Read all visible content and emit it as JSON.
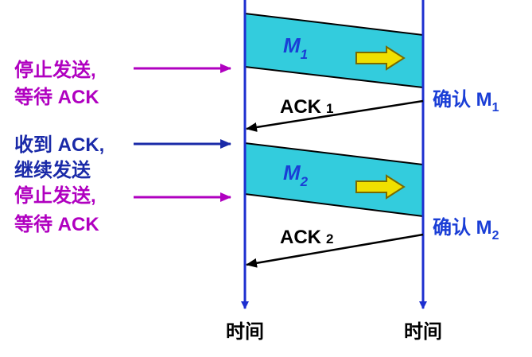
{
  "frames": [
    {
      "letter": "M",
      "sub": "1",
      "confirm": "确认 M",
      "confirm_sub": "1",
      "ack": "ACK",
      "ack_sub": "1"
    },
    {
      "letter": "M",
      "sub": "2",
      "confirm": "确认 M",
      "confirm_sub": "2",
      "ack": "ACK",
      "ack_sub": "2"
    }
  ],
  "sender_notes": {
    "stop1_line1": "停止发送,",
    "stop1_line2": "等待 ACK",
    "recv_line1": "收到 ACK,",
    "recv_line2": "继续发送",
    "stop2_line1": "停止发送,",
    "stop2_line2": "等待 ACK"
  },
  "time_labels": {
    "left": "时间",
    "right": "时间"
  },
  "colors": {
    "timeline": "#1d2fd0",
    "frame_fill": "#33ccdd",
    "frame_text": "#1a3ed6",
    "stop_note": "#b000c0",
    "recv_note": "#1a2aa8",
    "confirm": "#1a3ed6",
    "ack": "#000000",
    "arrow_fill": "#f0e000",
    "arrow_stroke": "#7a6a00"
  }
}
